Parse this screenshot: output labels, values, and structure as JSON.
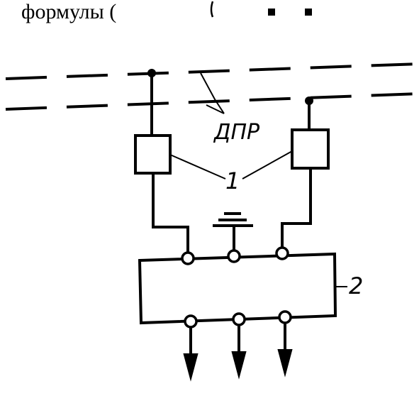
{
  "top_text_fragment": "формулы (",
  "labels": {
    "bus": "ДПР",
    "sensor": "1",
    "unit": "2"
  },
  "colors": {
    "ink": "#000000",
    "paper": "#ffffff"
  },
  "icons": {
    "ground": "ground-symbol",
    "terminal": "terminal-circle",
    "output": "arrow-down"
  }
}
